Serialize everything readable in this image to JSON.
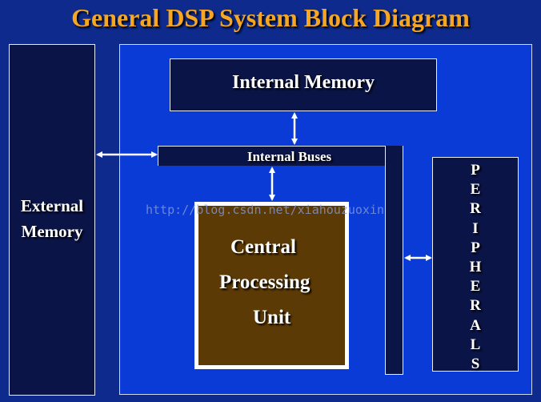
{
  "title": "General DSP System Block Diagram",
  "external_memory": {
    "line1": "External",
    "line2": "Memory"
  },
  "internal_memory": "Internal Memory",
  "internal_buses": "Internal Buses",
  "cpu": {
    "line1": "Central",
    "line2": "Processing",
    "line3": "Unit"
  },
  "peripherals": "P\nE\nR\nI\nP\nH\nE\nR\nA\nL\nS",
  "watermark": "http://blog.csdn.net/xiahouzuoxin",
  "colors": {
    "title": "#f5a623",
    "background": "#0d2a8c",
    "panel": "#0b3bd6",
    "box": "#0a1446",
    "cpu": "#5c3a06"
  }
}
